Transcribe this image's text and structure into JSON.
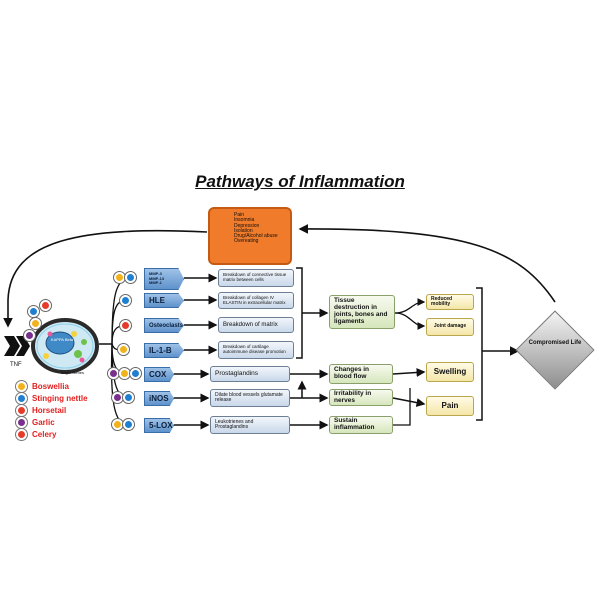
{
  "title": "Pathways of Inflammation",
  "symptoms": [
    "Pain",
    "Insomnia",
    "Depression",
    "Isolation",
    "Drug/Alcohol abuse",
    "Overeating"
  ],
  "cell": {
    "receptor_label": "TNF",
    "nucleus_label": "KAPPA Beta",
    "target_genes_label": "Target Genes"
  },
  "legend": [
    {
      "label": "Boswellia",
      "color": "#f2b21b"
    },
    {
      "label": "Stinging nettle",
      "color": "#1f7fd0"
    },
    {
      "label": "Horsetail",
      "color": "#e63a2a"
    },
    {
      "label": "Garlic",
      "color": "#7a2f8e"
    },
    {
      "label": "Celery",
      "color": "#e63a2a"
    }
  ],
  "mediators": {
    "mmp": [
      "MMP-3",
      "MMP-13",
      "MMP-1"
    ],
    "hle": "HLE",
    "osteoclasts": "Osteoclasts",
    "il1b": "IL-1-B",
    "cox": "COX",
    "inos": "iNOS",
    "lox": "5-LOX"
  },
  "effects": {
    "mmp": "Breakdown of connective tissue matrix between cells",
    "hle": "Breakdown of collagen IV ELASTIN in extracellular matrix",
    "osteoclasts": "Breakdown of matrix",
    "il1b": "Breakdown of cartilage autoimmune disease promotion",
    "cox": "Prostaglandins",
    "inos": "Dilate blood vessels glutamate release",
    "lox": "Leukotrienes and Prostaglandins"
  },
  "outcomes": {
    "tissue": "Tissue destruction in joints, bones and ligaments",
    "blood": "Changes in blood flow",
    "nerves": "Irritability in nerves",
    "sustain": "Sustain inflammation"
  },
  "results": {
    "mobility": "Reduced mobility",
    "joint": "Joint damage",
    "swelling": "Swelling",
    "pain": "Pain"
  },
  "final": "Compromised Life",
  "colors": {
    "orange": "#f07b2a",
    "tag_blue": "#5f92cc",
    "legend_text": "#e41e1e"
  }
}
